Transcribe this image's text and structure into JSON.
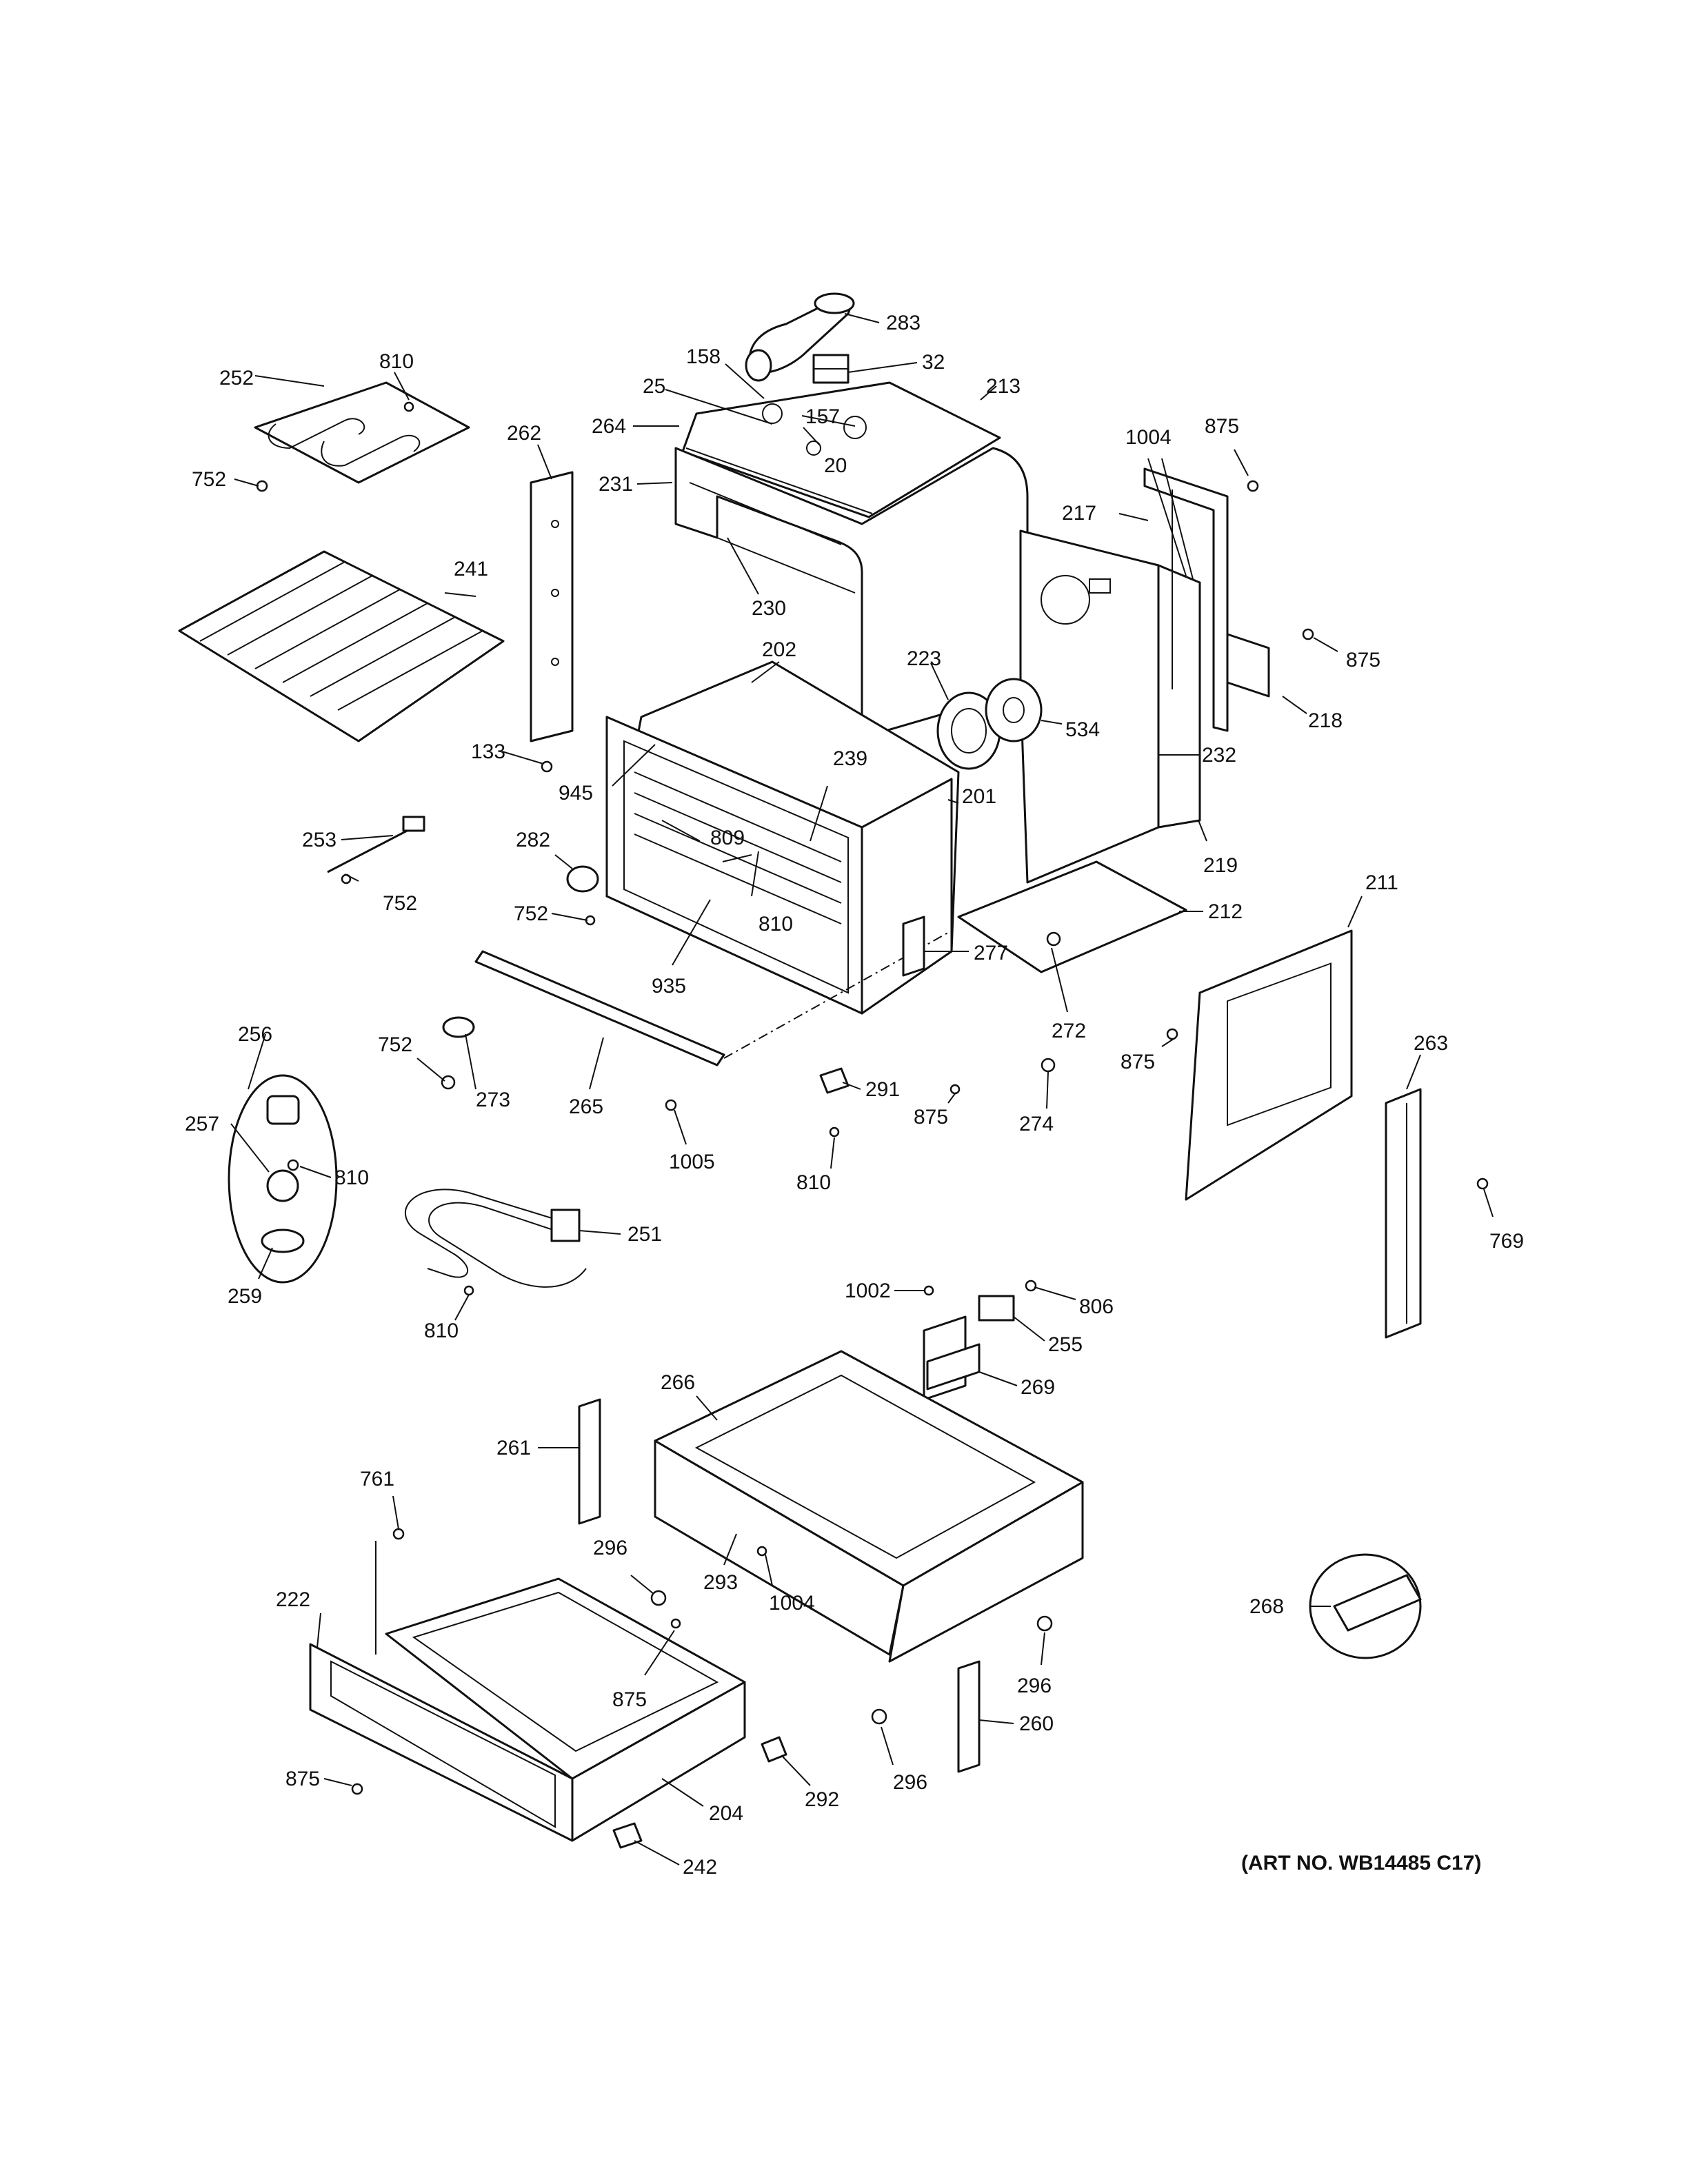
{
  "art_number": "(ART NO. WB14485 C17)",
  "callouts": {
    "c283": "283",
    "c32": "32",
    "c158": "158",
    "c25": "25",
    "c157": "157",
    "c264": "264",
    "c20": "20",
    "c213": "213",
    "c231": "231",
    "c230": "230",
    "c1004a": "1004",
    "c875a": "875",
    "c217": "217",
    "c875b": "875",
    "c218": "218",
    "c232": "232",
    "c219": "219",
    "c223": "223",
    "c534": "534",
    "c252": "252",
    "c810a": "810",
    "c752a": "752",
    "c262": "262",
    "c241": "241",
    "c133": "133",
    "c945": "945",
    "c202": "202",
    "c239": "239",
    "c201": "201",
    "c253": "253",
    "c752b": "752",
    "c282": "282",
    "c809": "809",
    "c752c": "752",
    "c810b": "810",
    "c935": "935",
    "c212": "212",
    "c211": "211",
    "c277": "277",
    "c272": "272",
    "c875c": "875",
    "c256": "256",
    "c257": "257",
    "c810c": "810",
    "c259": "259",
    "c752d": "752",
    "c273": "273",
    "c265": "265",
    "c1005": "1005",
    "c291": "291",
    "c810d": "810",
    "c875d": "875",
    "c274": "274",
    "c263": "263",
    "c769": "769",
    "c251": "251",
    "c810e": "810",
    "c1002": "1002",
    "c806": "806",
    "c255": "255",
    "c269": "269",
    "c266": "266",
    "c261": "261",
    "c761": "761",
    "c296a": "296",
    "c293": "293",
    "c1004b": "1004",
    "c222": "222",
    "c875e": "875",
    "c296b": "296",
    "c268": "268",
    "c260": "260",
    "c296c": "296",
    "c292": "292",
    "c875f": "875",
    "c204": "204",
    "c242": "242"
  }
}
